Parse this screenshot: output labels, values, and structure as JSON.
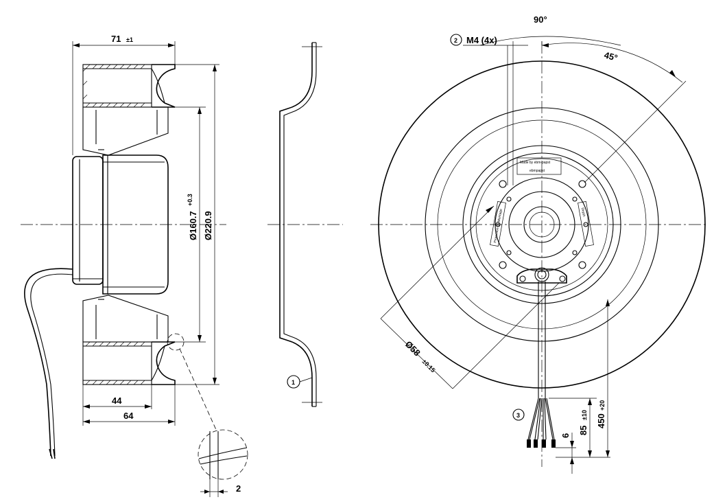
{
  "dimensions": {
    "width_71": "71",
    "tol_71": "±1",
    "dia_160": "Ø160.7",
    "tol_160": "+0.3",
    "dia_220": "Ø220.9",
    "len_44": "44",
    "len_64": "64",
    "gap_2": "2",
    "angle_90": "90°",
    "angle_45": "45°",
    "thread": "M4 (4x)",
    "dia_58": "Ø58",
    "tol_58": "±0.15",
    "len_85": "85",
    "tol_85": "±10",
    "len_450": "450",
    "tol_450": "+20",
    "len_6": "6"
  },
  "callouts": {
    "c1": "1",
    "c2": "2",
    "c3": "3"
  },
  "rotor_labels": {
    "made_by": "Made by ebm-papst",
    "brand": "ebmpapst",
    "depth": "Depth",
    "protection": "Protection de Montage"
  }
}
